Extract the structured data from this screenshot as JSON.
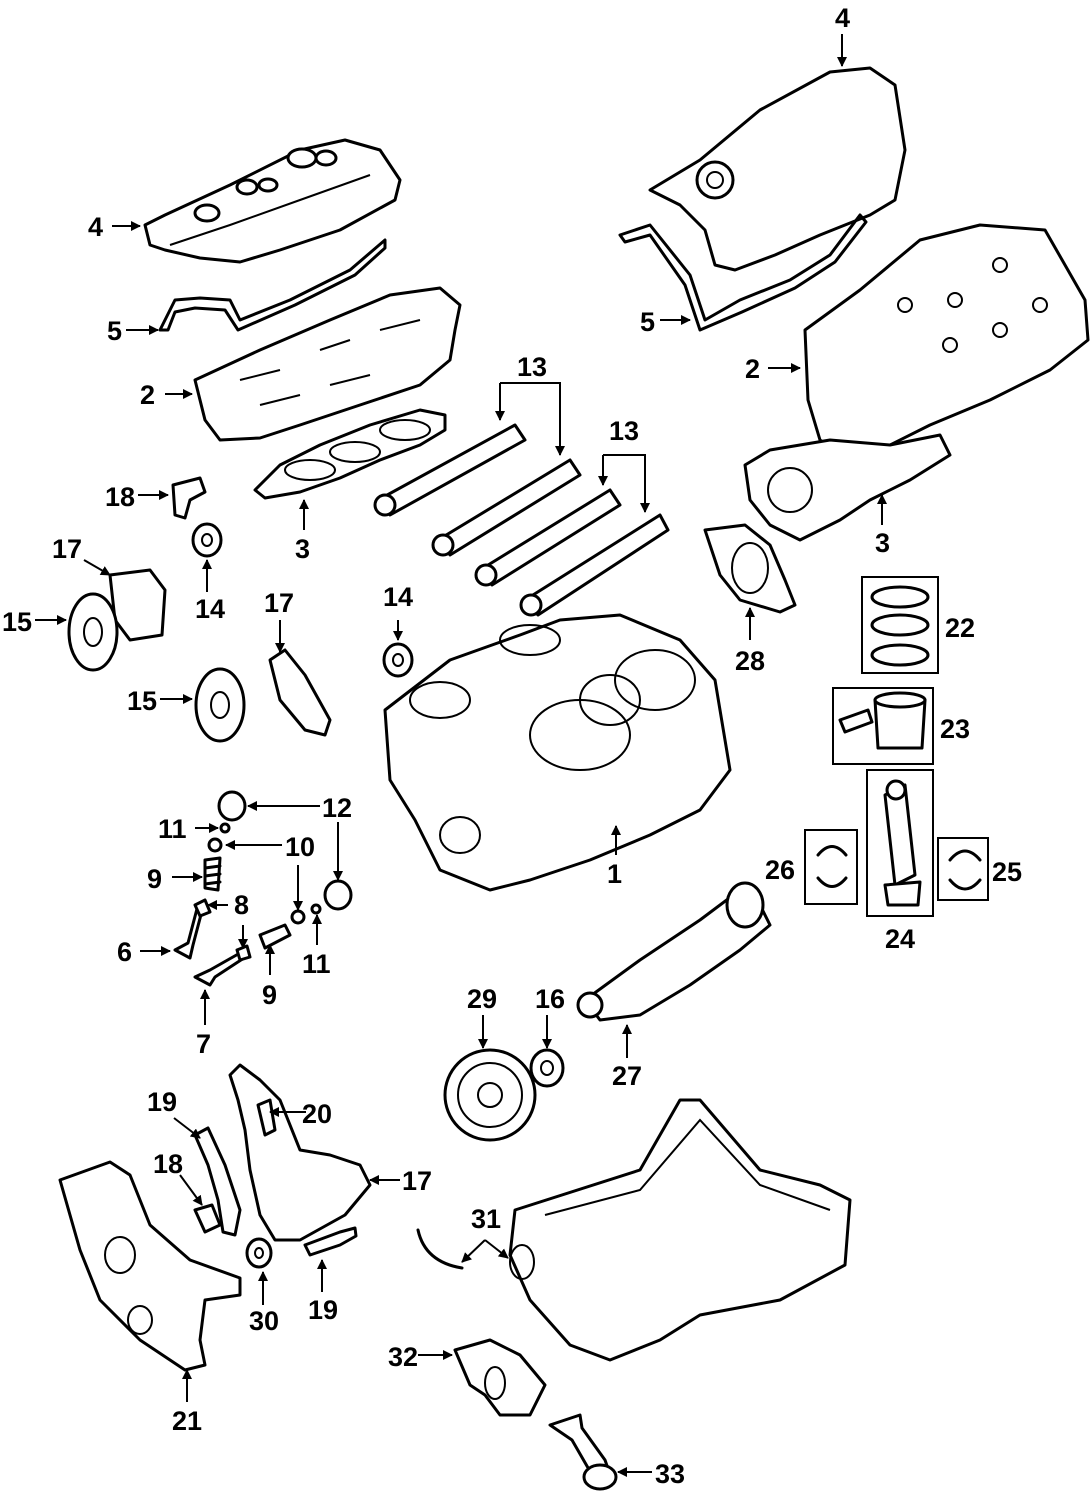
{
  "diagram": {
    "callouts": {
      "c1": "1",
      "c2": "2",
      "c3": "3",
      "c4": "4",
      "c5": "5",
      "c6": "6",
      "c7": "7",
      "c8": "8",
      "c9": "9",
      "c10": "10",
      "c11": "11",
      "c12": "12",
      "c13": "13",
      "c14": "14",
      "c15": "15",
      "c16": "16",
      "c17": "17",
      "c18": "18",
      "c19": "19",
      "c20": "20",
      "c21": "21",
      "c22": "22",
      "c23": "23",
      "c24": "24",
      "c25": "25",
      "c26": "26",
      "c27": "27",
      "c28": "28",
      "c29": "29",
      "c30": "30",
      "c31": "31",
      "c32": "32",
      "c33": "33"
    }
  }
}
